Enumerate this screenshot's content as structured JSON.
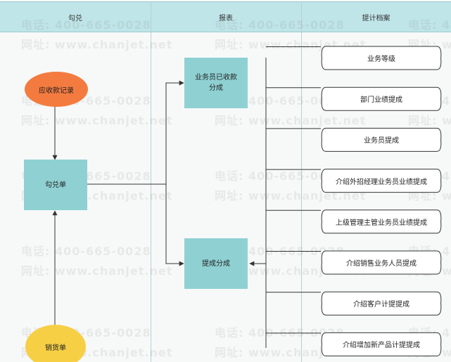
{
  "lanes": [
    "勾兑",
    "报表",
    "提计档案"
  ],
  "nodes": {
    "ar_record": "应收款记录",
    "writeoff": "勾兑单",
    "sales_doc": "销货单",
    "salesman_collected": "业务员已收款\n分成",
    "commission_split": "提成分成"
  },
  "documents": [
    "业务等级",
    "部门业绩提成",
    "业务员提成",
    "介绍外招经理业务员业绩提成",
    "上级管理主管业务员业绩提成",
    "介绍销售业务人员提成",
    "介绍客户计提提成",
    "介绍增加新产品计提提成"
  ],
  "watermark": {
    "phone": "电话: 400-665-0028",
    "site": "网址: www.chanjet.net"
  },
  "colors": {
    "header": "#bfe5e8",
    "box": "#8fd1d3",
    "ellipse_orange": "#f47b3f",
    "ellipse_yellow": "#f6cf45",
    "line": "#333333"
  }
}
